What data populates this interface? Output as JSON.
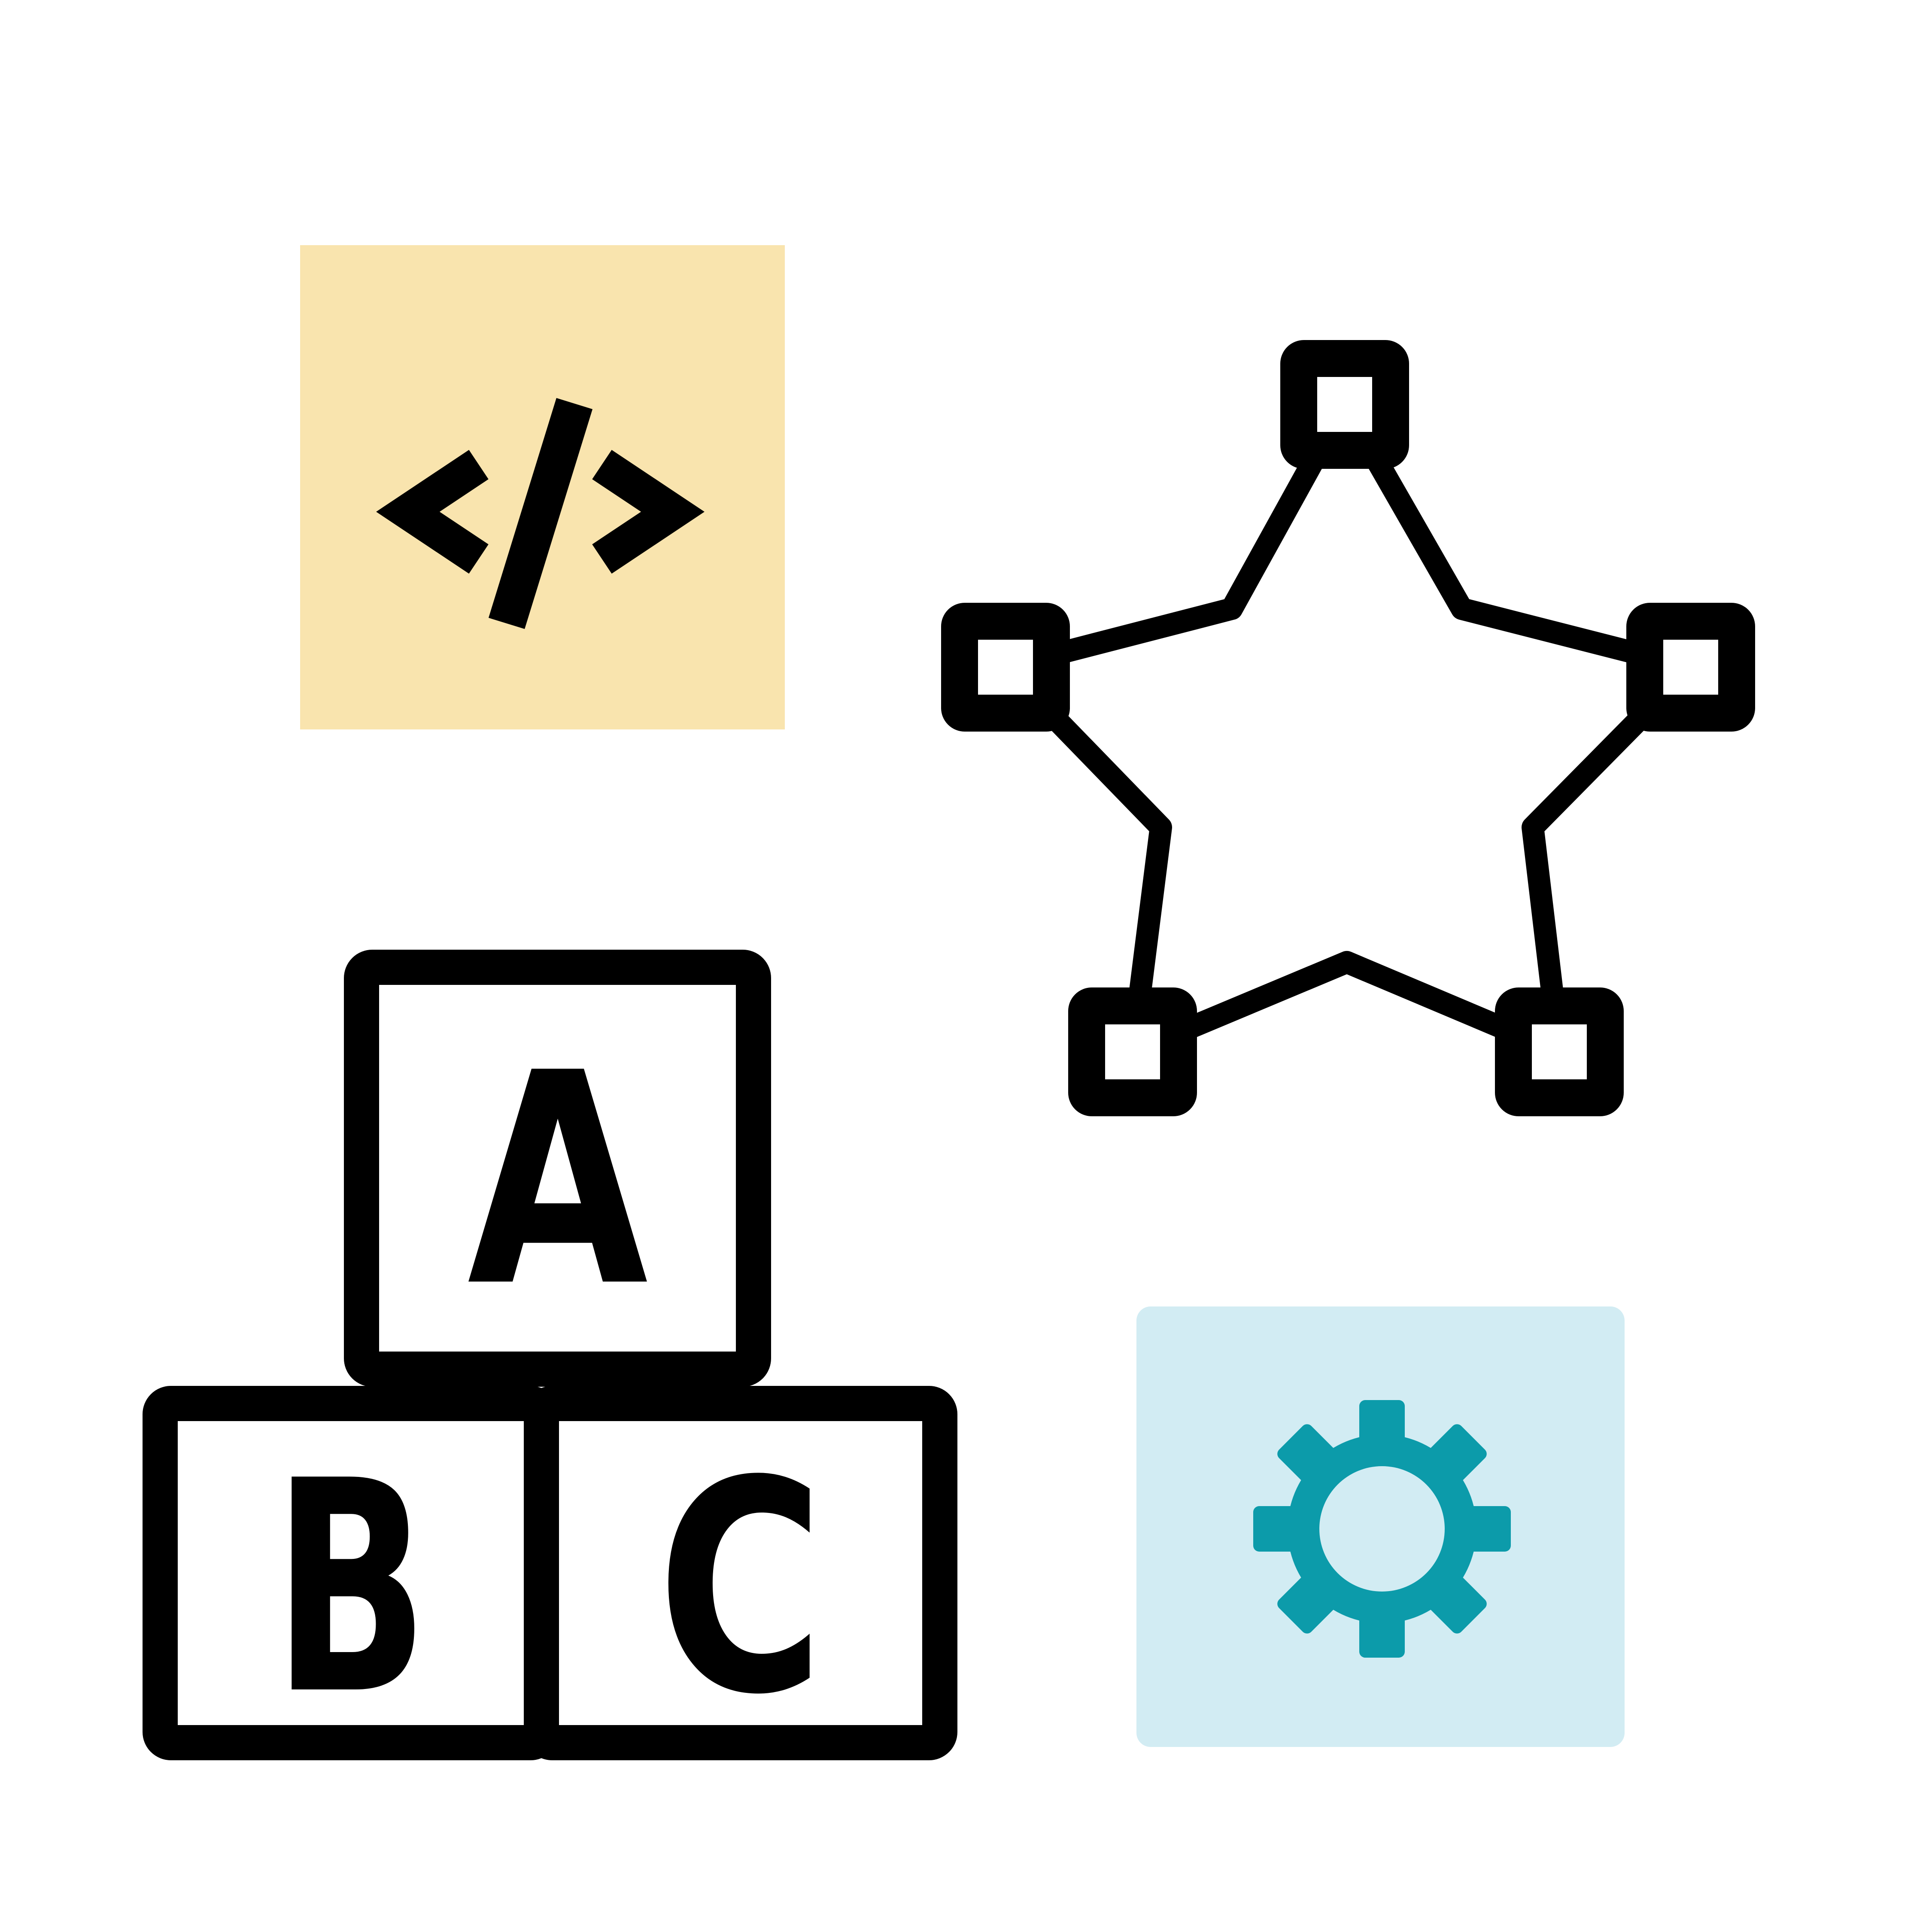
{
  "illustration": {
    "title": "coding and building blocks icon set",
    "background": "#ffffff"
  },
  "colors": {
    "black": "#000000",
    "white": "#ffffff",
    "code_tile_bg": "#F9E4AE",
    "gear_tile_bg": "#D2ECF3",
    "gear_icon": "#0C9BAA"
  },
  "code_icon": {
    "glyph": "</>",
    "name": "code-tag-icon"
  },
  "vector_star_icon": {
    "name": "vector-star-with-anchor-points",
    "anchor_count": "5"
  },
  "abc_blocks_icon": {
    "name": "alphabet-blocks",
    "letters": [
      "A",
      "B",
      "C"
    ]
  },
  "gear_icon": {
    "name": "gear",
    "teeth": "8"
  }
}
